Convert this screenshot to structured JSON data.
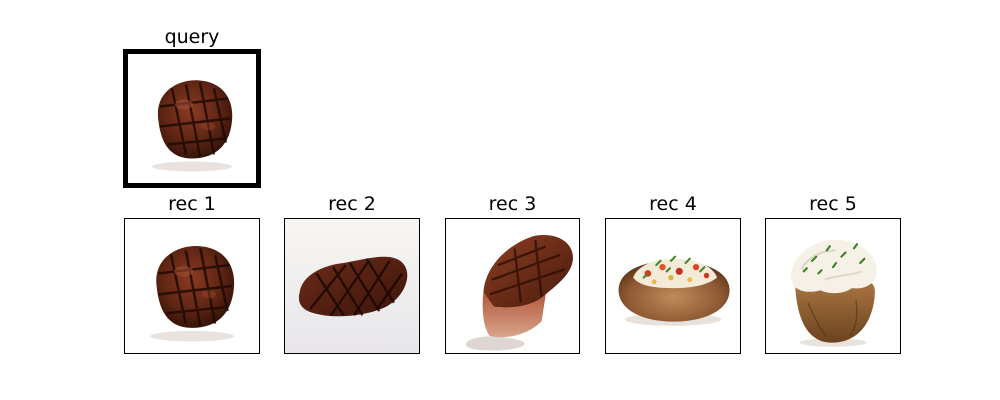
{
  "query": {
    "title": "query",
    "image": "grilled-steak-image"
  },
  "recommendations": [
    {
      "title": "rec 1",
      "image": "grilled-steak-image"
    },
    {
      "title": "rec 2",
      "image": "grilled-steak-image"
    },
    {
      "title": "rec 3",
      "image": "grilled-steak-image"
    },
    {
      "title": "rec 4",
      "image": "loaded-baked-potato-image"
    },
    {
      "title": "rec 5",
      "image": "baked-potato-sour-cream-image"
    }
  ]
}
